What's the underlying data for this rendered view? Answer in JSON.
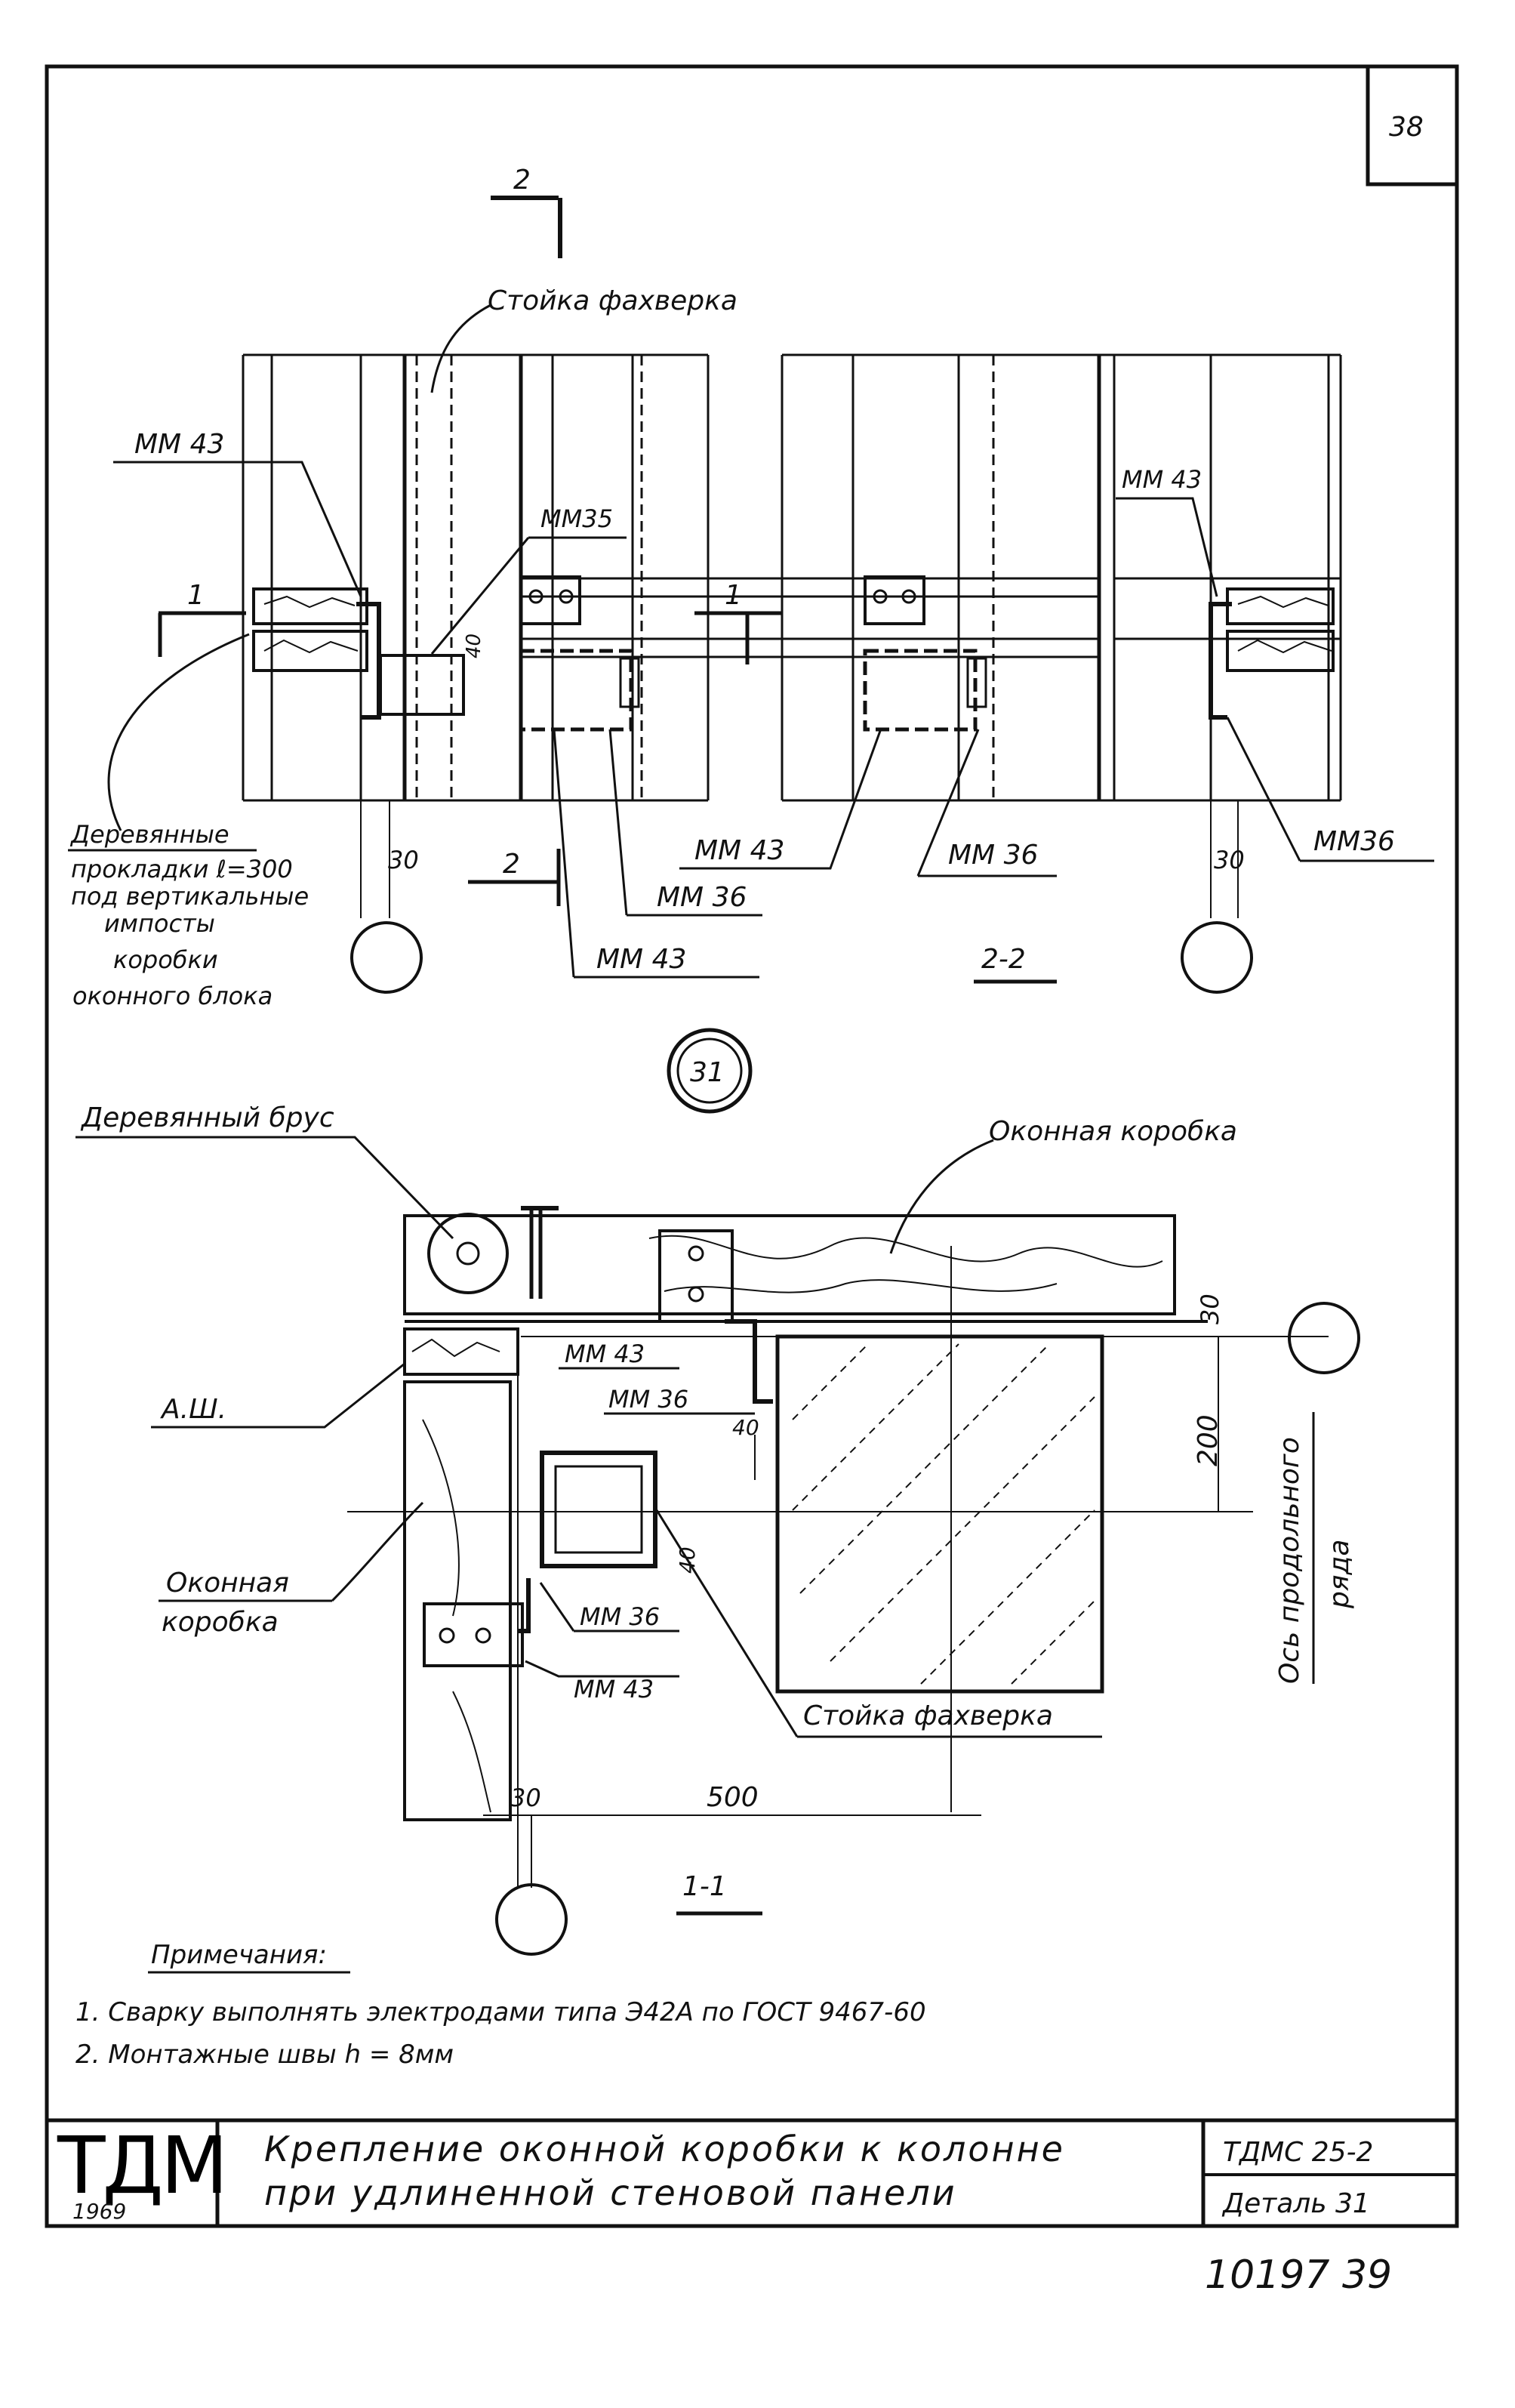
{
  "sheet": {
    "page_number": "38",
    "archive_number": "10197 39"
  },
  "view_2_2": {
    "section_mark_top": "2",
    "section_mark_bottom": "2",
    "section_mark_left": "1",
    "section_mark_mid": "1",
    "caption": "2-2",
    "labels": {
      "stoyka": "Стойка фахверка",
      "mm43_left": "ММ 43",
      "mm35": "ММ35",
      "mm43_right": "ММ 43",
      "mm43_bottom_a": "ММ 43",
      "mm36_bottom": "ММ 36",
      "mm43_bottom_b": "ММ 43",
      "mm36_mid": "ММ 36",
      "mm36_right": "ММ36",
      "dim_40": "40",
      "dim_30_left": "30",
      "dim_30_right": "30"
    },
    "note_lines": [
      "Деревянные",
      "прокладки ℓ=300",
      "под вертикальные",
      "импосты",
      "коробки",
      "оконного блока"
    ]
  },
  "detail": {
    "number": "31"
  },
  "view_1_1": {
    "caption": "1-1",
    "labels": {
      "brus": "Деревянный брус",
      "okonnaya_top": "Оконная коробка",
      "ash": "А.Ш.",
      "mm43_a": "ММ 43",
      "mm36_a": "ММ 36",
      "okonnaya_left_1": "Оконная",
      "okonnaya_left_2": "коробка",
      "mm36_b": "ММ 36",
      "mm43_b": "ММ 43",
      "stoyka": "Стойка фахверка",
      "axis_1": "Ось продольного",
      "axis_2": "ряда",
      "dim_30_top": "30",
      "dim_200": "200",
      "dim_40_a": "40",
      "dim_40_b": "40",
      "dim_30_bottom": "30",
      "dim_500": "500"
    }
  },
  "notes": {
    "heading": "Примечания:",
    "items": [
      "1.  Сварку выполнять  электродами  типа  Э42А по ГОСТ 9467-60",
      "2.  Монтажные  швы  h = 8мм"
    ]
  },
  "title_block": {
    "org": "ТДМ",
    "year": "1969",
    "title_line1": "Крепление  оконной  коробки  к  колонне",
    "title_line2": "при   удлиненной  стеновой   панели",
    "code": "ТДМС 25-2",
    "detail": "Деталь 31"
  }
}
